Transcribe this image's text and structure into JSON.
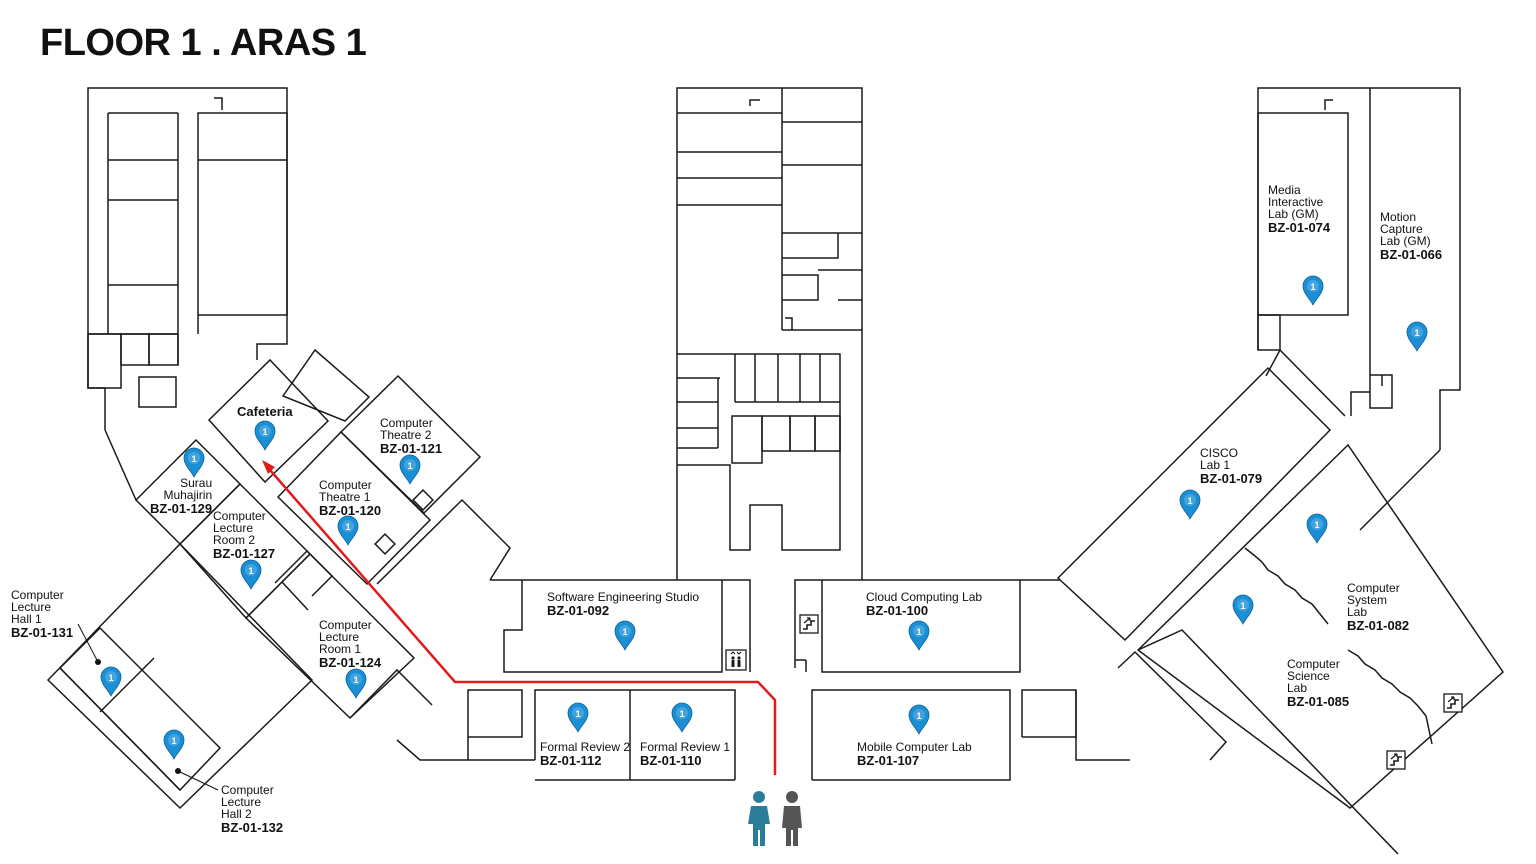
{
  "title": "FLOOR 1 . ARAS 1",
  "colors": {
    "pin": "#1b8fd6",
    "pin_dark": "#0d5f98",
    "route": "#e01b1b",
    "wall": "#1a1a1a",
    "person_female": "#2c7d99",
    "person_male": "#555555"
  },
  "rooms": [
    {
      "key": "cafeteria",
      "name": "Cafeteria",
      "code": "",
      "pin_label": "1"
    },
    {
      "key": "surau",
      "name": "Surau\nMuhajirin",
      "code": "BZ-01-129",
      "pin_label": "1"
    },
    {
      "key": "ct2",
      "name": "Computer\nTheatre 2",
      "code": "BZ-01-121",
      "pin_label": "1"
    },
    {
      "key": "ct1",
      "name": "Computer\nTheatre 1",
      "code": "BZ-01-120",
      "pin_label": "1"
    },
    {
      "key": "clr2",
      "name": "Computer\nLecture\nRoom 2",
      "code": "BZ-01-127",
      "pin_label": "1"
    },
    {
      "key": "clr1",
      "name": "Computer\nLecture\nRoom 1",
      "code": "BZ-01-124",
      "pin_label": "1"
    },
    {
      "key": "clh1",
      "name": "Computer\nLecture\nHall 1",
      "code": "BZ-01-131",
      "pin_label": "1"
    },
    {
      "key": "clh2",
      "name": "Computer\nLecture\nHall 2",
      "code": "BZ-01-132",
      "pin_label": "1"
    },
    {
      "key": "ses",
      "name": "Software Engineering Studio",
      "code": "BZ-01-092",
      "pin_label": "1"
    },
    {
      "key": "ccl",
      "name": "Cloud Computing Lab",
      "code": "BZ-01-100",
      "pin_label": "1"
    },
    {
      "key": "fr2",
      "name": "Formal Review 2",
      "code": "BZ-01-112",
      "pin_label": "1"
    },
    {
      "key": "fr1",
      "name": "Formal Review 1",
      "code": "BZ-01-110",
      "pin_label": "1"
    },
    {
      "key": "mcl",
      "name": "Mobile Computer Lab",
      "code": "BZ-01-107",
      "pin_label": "1"
    },
    {
      "key": "mil",
      "name": "Media\nInteractive\nLab (GM)",
      "code": "BZ-01-074",
      "pin_label": "1"
    },
    {
      "key": "mcap",
      "name": "Motion\nCapture\nLab (GM)",
      "code": "BZ-01-066",
      "pin_label": "1"
    },
    {
      "key": "cisco",
      "name": "CISCO\nLab 1",
      "code": "BZ-01-079",
      "pin_label": "1"
    },
    {
      "key": "csl",
      "name": "Computer\nSystem\nLab",
      "code": "BZ-01-082",
      "pin_label": "1"
    },
    {
      "key": "cscl",
      "name": "Computer\nScience\nLab",
      "code": "BZ-01-085",
      "pin_label": "1"
    }
  ],
  "facilities": [
    {
      "key": "lift",
      "icon": "lift-icon"
    },
    {
      "key": "stairs",
      "icon": "stairs-icon"
    },
    {
      "key": "entrance",
      "icon": "entrance-people-icon"
    }
  ]
}
